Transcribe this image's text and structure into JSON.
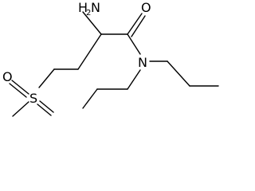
{
  "molecule": {
    "atoms": {
      "amine": {
        "symbol": "H",
        "subscript": "2",
        "suffix": "N"
      },
      "carbonyl_oxygen": {
        "symbol": "O"
      },
      "amide_nitrogen": {
        "symbol": "N"
      },
      "sulfur": {
        "symbol": "S"
      },
      "sulfonyl_oxygen": {
        "symbol": "O"
      }
    },
    "colors": {
      "bond": "#000000",
      "text": "#000000",
      "background": "#ffffff"
    }
  }
}
